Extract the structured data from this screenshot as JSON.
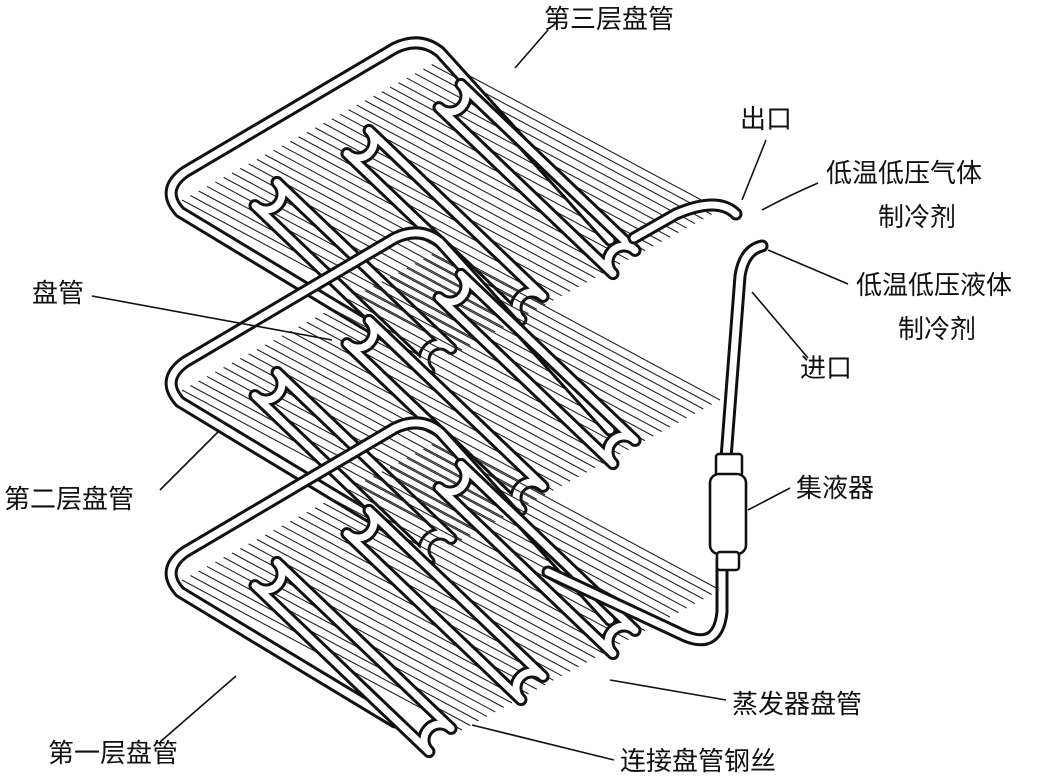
{
  "labels": {
    "third_layer": "第三层盘管",
    "outlet": "出口",
    "gas_refrigerant_line1": "低温低压气体",
    "gas_refrigerant_line2": "制冷剂",
    "coil": "盘管",
    "liquid_refrigerant_line1": "低温低压液体",
    "liquid_refrigerant_line2": "制冷剂",
    "inlet": "进口",
    "second_layer": "第二层盘管",
    "accumulator": "集液器",
    "evaporator_coil": "蒸发器盘管",
    "first_layer": "第一层盘管",
    "connecting_wire": "连接盘管钢丝"
  },
  "colors": {
    "line": "#111111",
    "background": "#ffffff"
  }
}
